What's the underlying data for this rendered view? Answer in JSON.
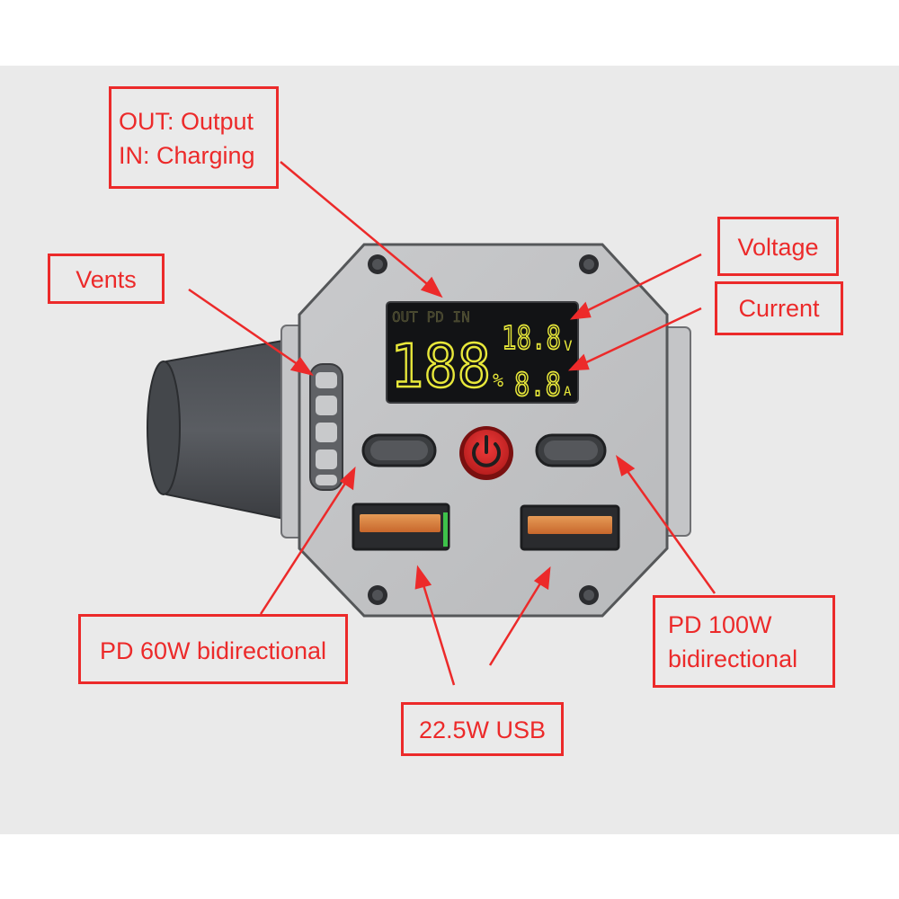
{
  "callouts": {
    "out_in": {
      "line1": "OUT: Output",
      "line2": "IN: Charging"
    },
    "vents": "Vents",
    "voltage": "Voltage",
    "current": "Current",
    "pd60": "PD 60W bidirectional",
    "pd100": {
      "line1": "PD 100W",
      "line2": "bidirectional"
    },
    "usb": "22.5W USB"
  },
  "display": {
    "indicators": "OUT PD IN",
    "percent_digits": "188",
    "percent_unit": "%",
    "voltage_digits": "18.8",
    "voltage_unit": "V",
    "current_digits": "8.8",
    "current_unit": "A"
  },
  "colors": {
    "accent_red": "#ec2a2a",
    "lcd_digit": "#e8e83a",
    "power_button": "#d82a2a"
  },
  "icons": [
    "power-icon"
  ]
}
